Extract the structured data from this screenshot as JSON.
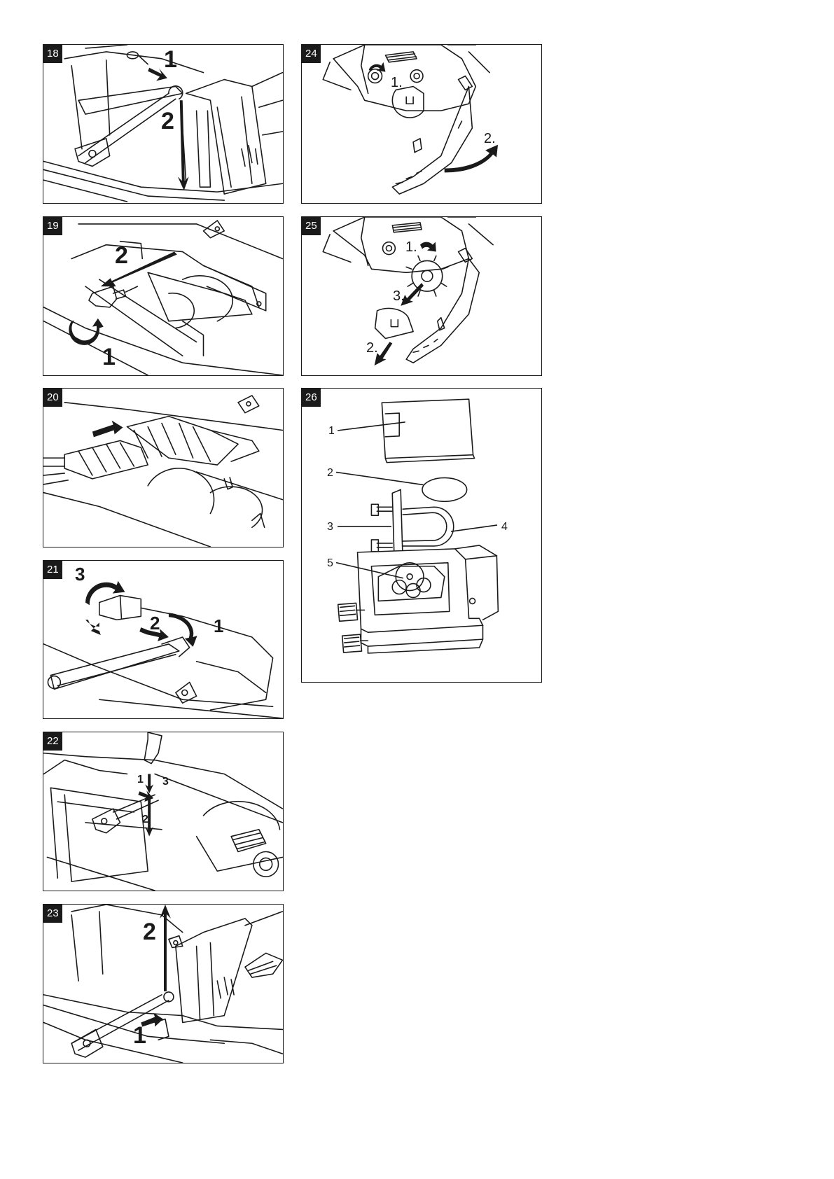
{
  "figures": [
    {
      "id": "18",
      "callouts": [
        "1",
        "2"
      ]
    },
    {
      "id": "19",
      "callouts": [
        "2",
        "1"
      ]
    },
    {
      "id": "20",
      "callouts": []
    },
    {
      "id": "21",
      "callouts": [
        "3",
        "2",
        "1"
      ]
    },
    {
      "id": "22",
      "callouts": [
        "1",
        "3",
        "2"
      ]
    },
    {
      "id": "23",
      "callouts": [
        "2",
        "1"
      ]
    },
    {
      "id": "24",
      "callouts": [
        "1.",
        "2."
      ]
    },
    {
      "id": "25",
      "callouts": [
        "1.",
        "3.",
        "2."
      ]
    },
    {
      "id": "26",
      "parts": [
        "1",
        "2",
        "3",
        "4",
        "5"
      ]
    }
  ],
  "colors": {
    "ink": "#1a1a1a",
    "background": "#ffffff",
    "badge_bg": "#1a1a1a",
    "badge_text": "#ffffff"
  }
}
